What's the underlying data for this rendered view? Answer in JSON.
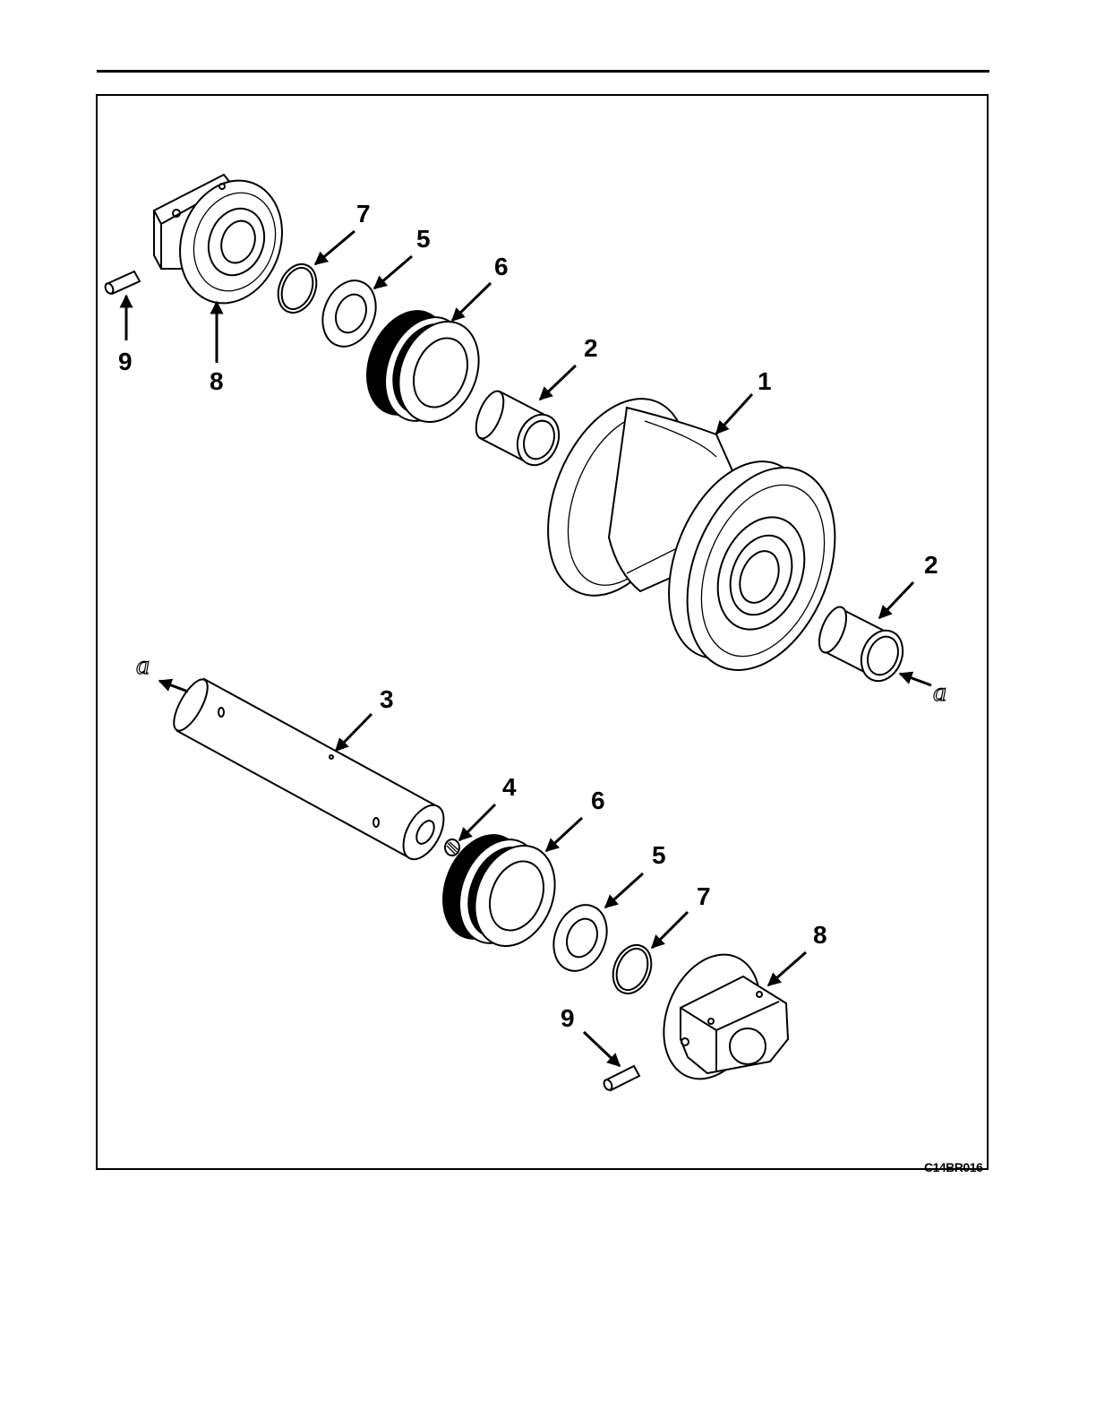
{
  "figure": {
    "code": "C14BR016"
  },
  "callouts": {
    "c1": "1",
    "c2a": "2",
    "c2b": "2",
    "c3": "3",
    "c4": "4",
    "c5a": "5",
    "c5b": "5",
    "c6a": "6",
    "c6b": "6",
    "c7a": "7",
    "c7b": "7",
    "c8a": "8",
    "c8b": "8",
    "c9a": "9",
    "c9b": "9"
  },
  "references": {
    "a_left": "a",
    "a_right": "a"
  },
  "colors": {
    "ink": "#000000",
    "paper": "#ffffff"
  }
}
